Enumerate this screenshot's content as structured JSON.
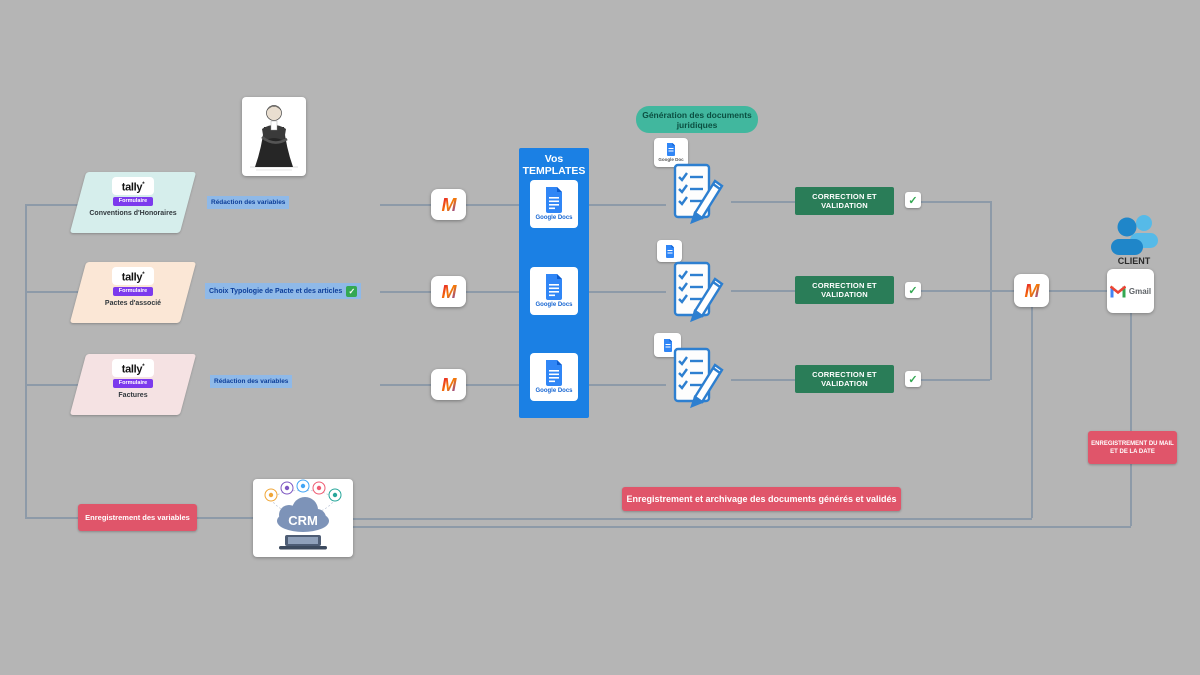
{
  "colors": {
    "background": "#b5b5b5",
    "panel_blue": "#1b80e4",
    "validation_green": "#2a7d58",
    "red": "#e0556a",
    "teal_badge": "#41b79e",
    "purple": "#7c3aed",
    "note_blue": "#8fb9e8",
    "line": "#8d9aa8"
  },
  "generation_badge": {
    "label": "Génération des documents juridiques"
  },
  "sources": [
    {
      "tool": "tally",
      "tool_mark": "*",
      "tag": "Formulaire",
      "label": "Conventions d'Honoraires",
      "note": "Rédaction des variables"
    },
    {
      "tool": "tally",
      "tool_mark": "*",
      "tag": "Formulaire",
      "label": "Pactes d'associé",
      "note": "Choix Typologie de Pacte et des articles"
    },
    {
      "tool": "tally",
      "tool_mark": "*",
      "tag": "Formulaire",
      "label": "Factures",
      "note": "Rédaction des variables"
    }
  ],
  "make": {
    "letter": "M"
  },
  "templates_panel": {
    "title": "Vos TEMPLATES",
    "tiles": [
      {
        "label": "Google Docs"
      },
      {
        "label": "Google Docs"
      },
      {
        "label": "Google Docs"
      }
    ]
  },
  "doc_badge": {
    "label": "Google Doc"
  },
  "validations": [
    {
      "label": "CORRECTION ET VALIDATION"
    },
    {
      "label": "CORRECTION ET VALIDATION"
    },
    {
      "label": "CORRECTION ET VALIDATION"
    }
  ],
  "client": {
    "label": "CLIENT",
    "mail_label": "Gmail"
  },
  "mail_note": {
    "label": "ENREGISTREMENT DU MAIL ET DE LA DATE"
  },
  "variables_badge": {
    "label": "Enregistrement des variables"
  },
  "crm": {
    "label": "CRM"
  },
  "archive_banner": {
    "label": "Enregistrement et archivage des documents générés et validés"
  },
  "checkmark": "✓"
}
